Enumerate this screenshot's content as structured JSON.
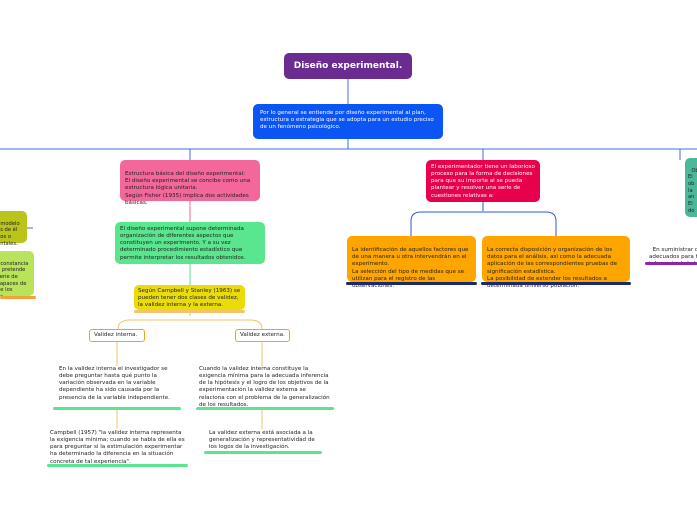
{
  "root": {
    "title": "Diseño experimental."
  },
  "intro": "Por lo general se entiende por diseño experimental al plan, estructura o estrategia que se adopta para un estudio preciso de un fenómeno psicológico.",
  "left_branch": {
    "structure": "Estructura básica del diseño experimental:\nEl diseño experimental se concibe como una estructura lógica unitaria.\nSegún Fisher (1935) implica dos actividades básicas.",
    "green": "El diseño experimental supone determinada organización de diferentes aspectos que constituyen un experimento. Y a su vez determinado procedimiento estadístico que permite interpretar los resultados obtenidos.",
    "campbell": "Según Campbell y Stanley (1963) se pueden tener dos clases de validez, la validez interna y la externa.",
    "validez_interna": {
      "label": "Validez interna.",
      "text": "En la validez interna el investigador se debe preguntar hasta qué punto la variación observada en la variable dependiente ha sido causada por la presencia de la variable independiente.",
      "quote": "Campbell (1957) \"la validez interna representa la exigencia mínima; cuando se habla de ella es para preguntar si la estimulación experimentar ha determinado la diferencia en la situación concreta de tal experiencia\"."
    },
    "validez_externa": {
      "label": "Validez externa.",
      "text": "Cuando la validez interna constituye la exigencia mínima para la adecuada inferencia de la hipótesis y el logro de los objetivos de la experimentación la validez externa se relaciona con el problema de la generalización de los resultados.",
      "quote": "La validez externa está asociada a la generalización y representatividad de los logos de la investigación."
    }
  },
  "middle_branch": {
    "experimentador": "El experimentador tiene un laborioso proceso para la forma de decisiones para que su importe al se pueda plantear y resolver una serie de cuestiones relativas a:",
    "orange_left": "La identificación de aquellos factores que de una manera u otra intervendrán en el experimento.\nLa selección del tipo de medidas que se utilizan para el registro de las observaciones.",
    "orange_right": "La correcta disposición y organización de los datos para el análisis, así como la adecuada aplicación de las correspondientes pruebas de significación estadística.\nLa posibilidad de extender los resultados a determinada universo población."
  },
  "left_partial": {
    "yellow": "modelo\nés de él\ndos o\nentales.",
    "lime": "constancia\ne pretende\nserie de\ncapaces de\nde los\nes."
  },
  "right_partial": {
    "teal": "Ob\nEl\nob\nla\nan\nEl\ndo",
    "text": "En suministrar da\nadecuados para t\ninferencia de la h"
  },
  "colors": {
    "root": "#6a2c91",
    "intro": "#0b55f5",
    "pink": "#f4679a",
    "red": "#e8004d",
    "green": "#59e68e",
    "yellow": "#eadb09",
    "orange": "#ffa500",
    "teal": "#4cb89b",
    "lime": "#b9e35a",
    "underline_green": "#59e68e",
    "underline_navy": "#1b2a6b",
    "underline_purple": "#8e24aa"
  }
}
